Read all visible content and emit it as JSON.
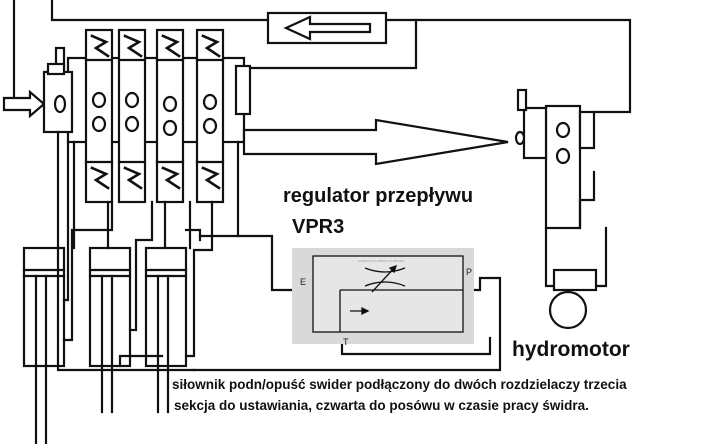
{
  "labels": {
    "regulator_line1": "regulator przepływu",
    "regulator_line2": "VPR3",
    "hydromotor": "hydromotor",
    "caption_line1": "siłownik podn/opuść swider podłączony do dwóch rozdzielaczy trzecia",
    "caption_line2": "sekcja do ustawiania, czwarta do posówu w czasie pracy świdra.",
    "port_e": "E",
    "port_p": "P",
    "port_t": "T",
    "valve_tiny_text": "AGREGATA LUBRICA FILMPOMP"
  },
  "colors": {
    "line": "#111111",
    "regulator_fill": "#d9d9d9"
  }
}
